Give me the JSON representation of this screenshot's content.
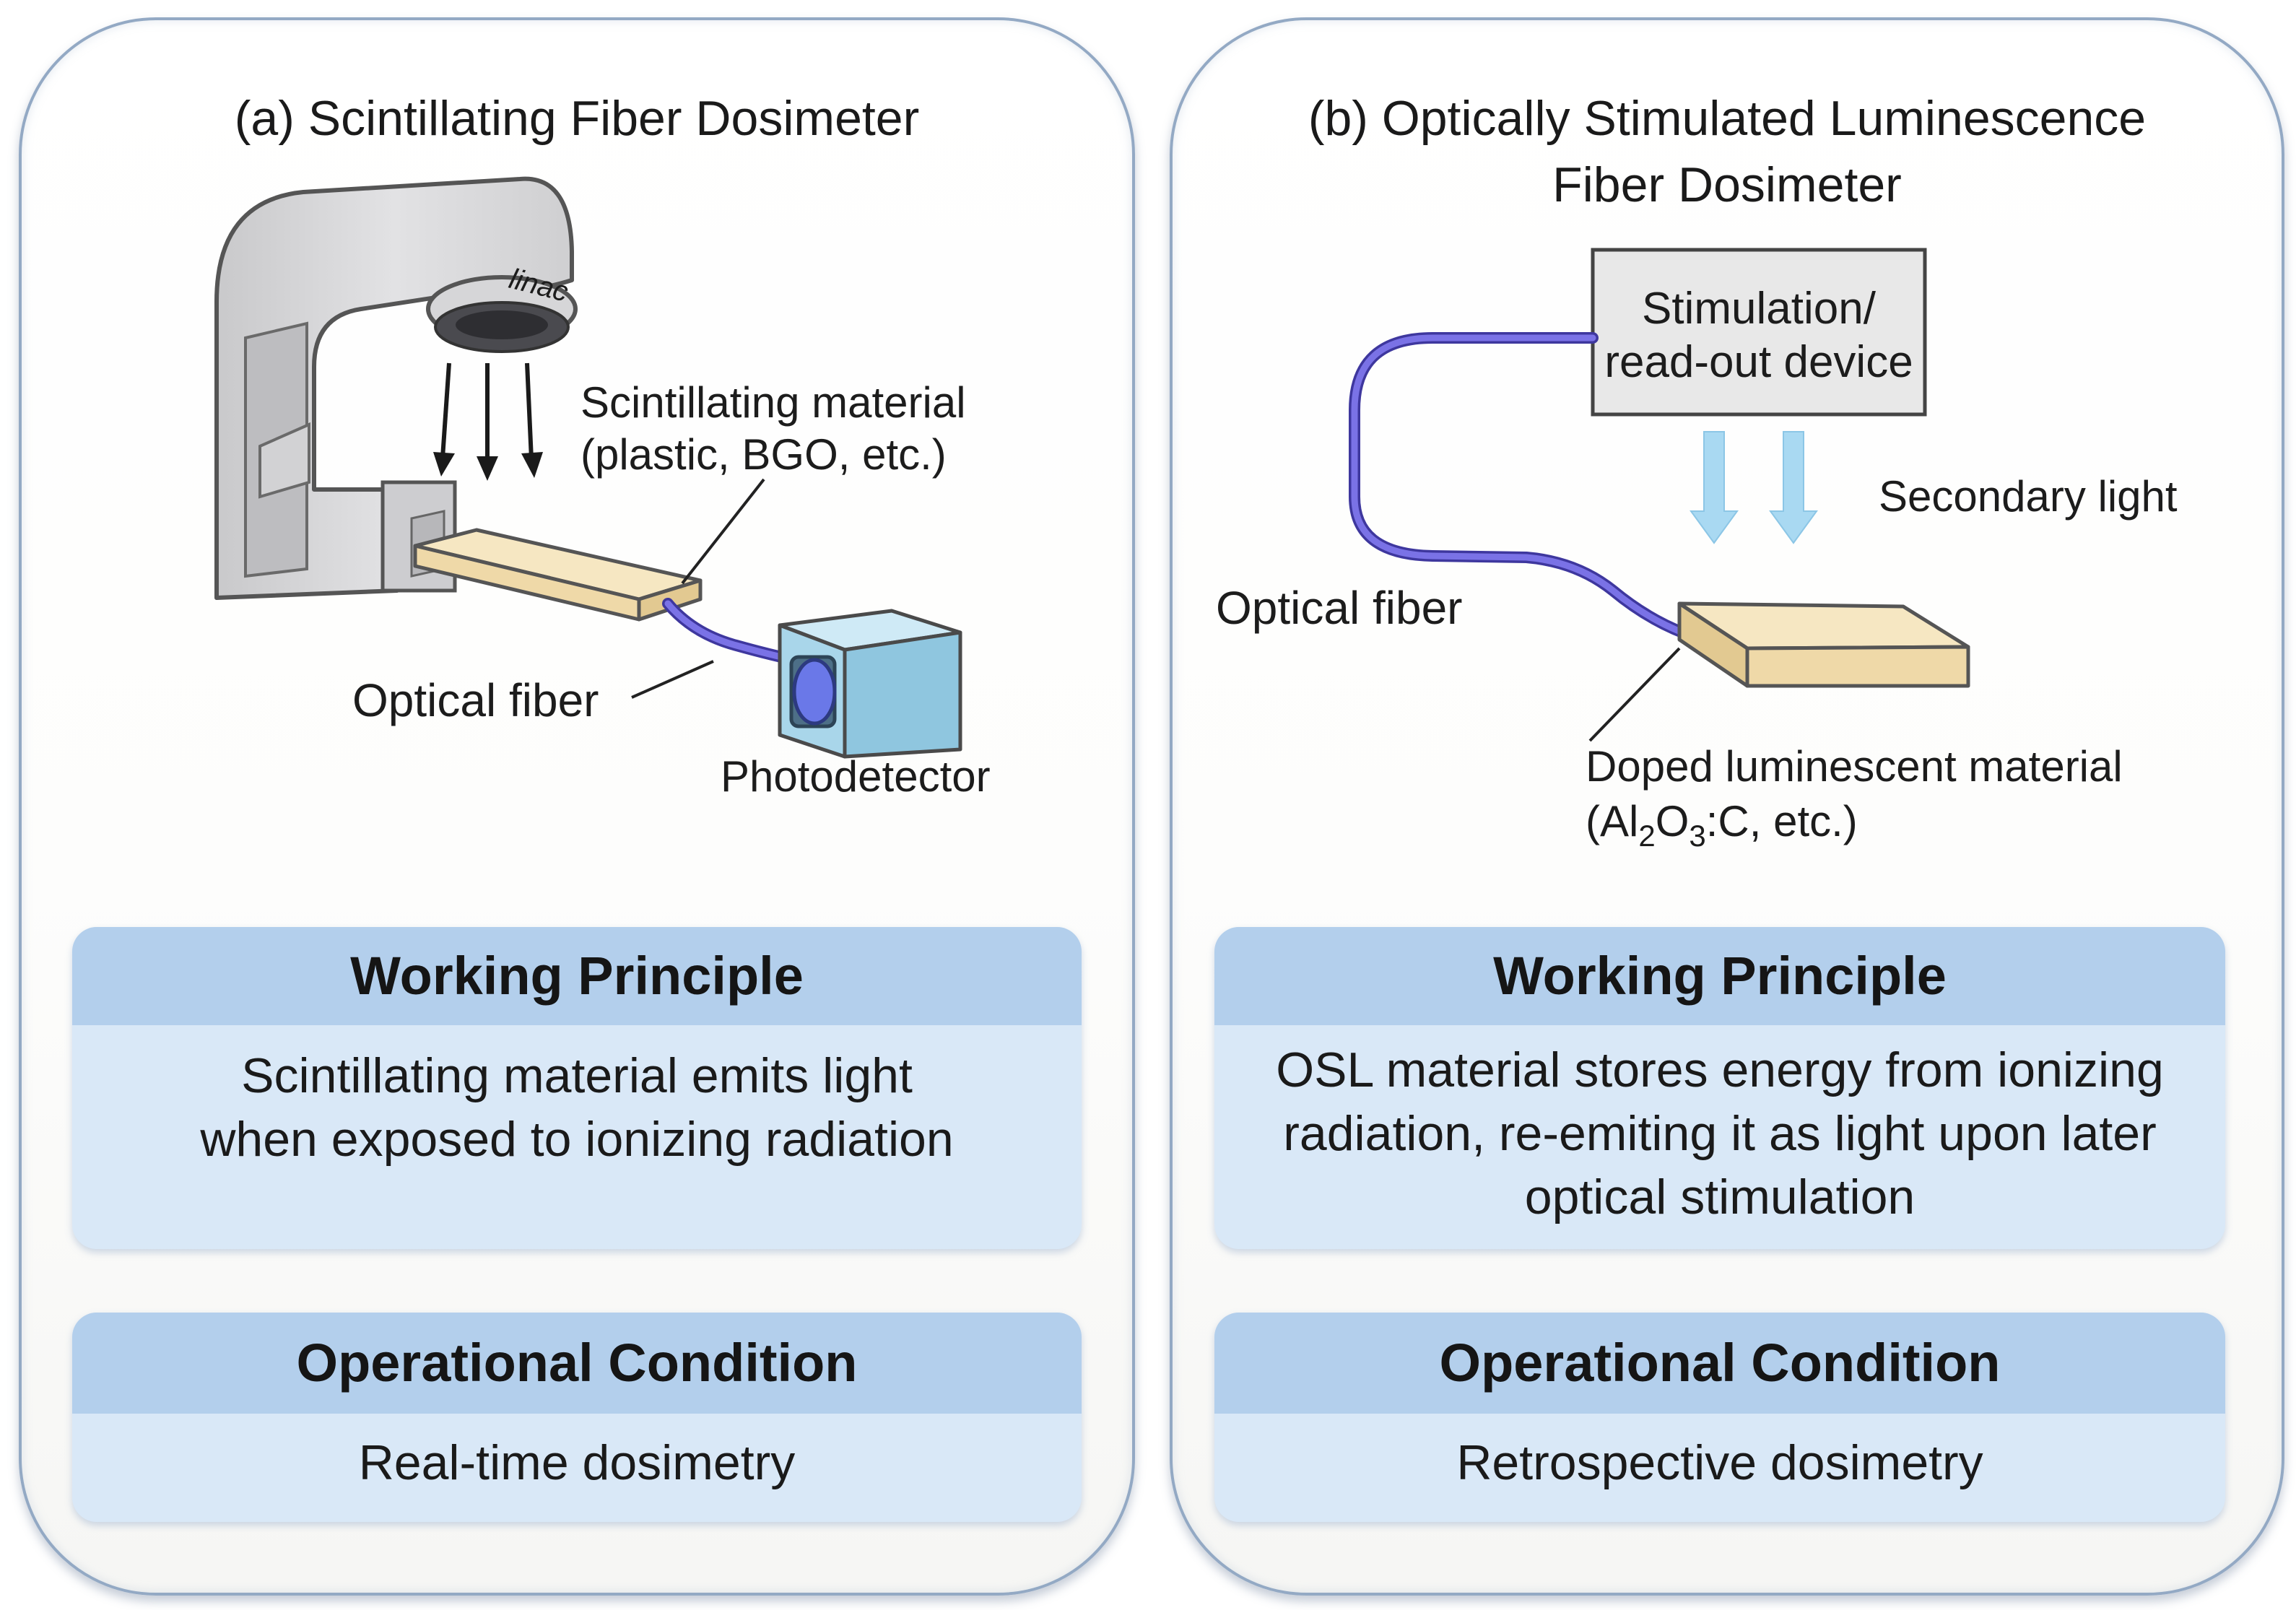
{
  "panel_a": {
    "title": "(a) Scintillating Fiber Dosimeter",
    "device_brand": "linac",
    "labels": {
      "scintillating_material_line1": "Scintillating material",
      "scintillating_material_line2": "(plastic, BGO, etc.)",
      "optical_fiber": "Optical fiber",
      "photodetector": "Photodetector"
    },
    "working_principle": {
      "heading": "Working Principle",
      "line1": "Scintillating material emits light",
      "line2": "when exposed to ionizing radiation"
    },
    "operational_condition": {
      "heading": "Operational Condition",
      "text": "Real-time dosimetry"
    }
  },
  "panel_b": {
    "title_line1": "(b) Optically Stimulated Luminescence",
    "title_line2": "Fiber Dosimeter",
    "labels": {
      "device_line1": "Stimulation/",
      "device_line2": "read-out device",
      "secondary_light": "Secondary light",
      "optical_fiber": "Optical fiber",
      "doped_material": "Doped luminescent material",
      "formula_open": "(Al",
      "formula_sub1": "2",
      "formula_o": "O",
      "formula_sub2": "3",
      "formula_close": ":C, etc.)"
    },
    "working_principle": {
      "heading": "Working Principle",
      "line1": "OSL material stores energy from ionizing",
      "line2": "radiation, re-emiting it as light upon later",
      "line3": "optical stimulation"
    },
    "operational_condition": {
      "heading": "Operational Condition",
      "text": "Retrospective dosimetry"
    }
  },
  "colors": {
    "panel_border": "#93a9c4",
    "box_header": "#b3cfec",
    "box_body": "#d9e8f7",
    "fiber": "#6b63d6",
    "scintillator": "#f6e7c2",
    "photodetector": "#a9d6ea",
    "light_arrow": "#a9d9f2"
  }
}
